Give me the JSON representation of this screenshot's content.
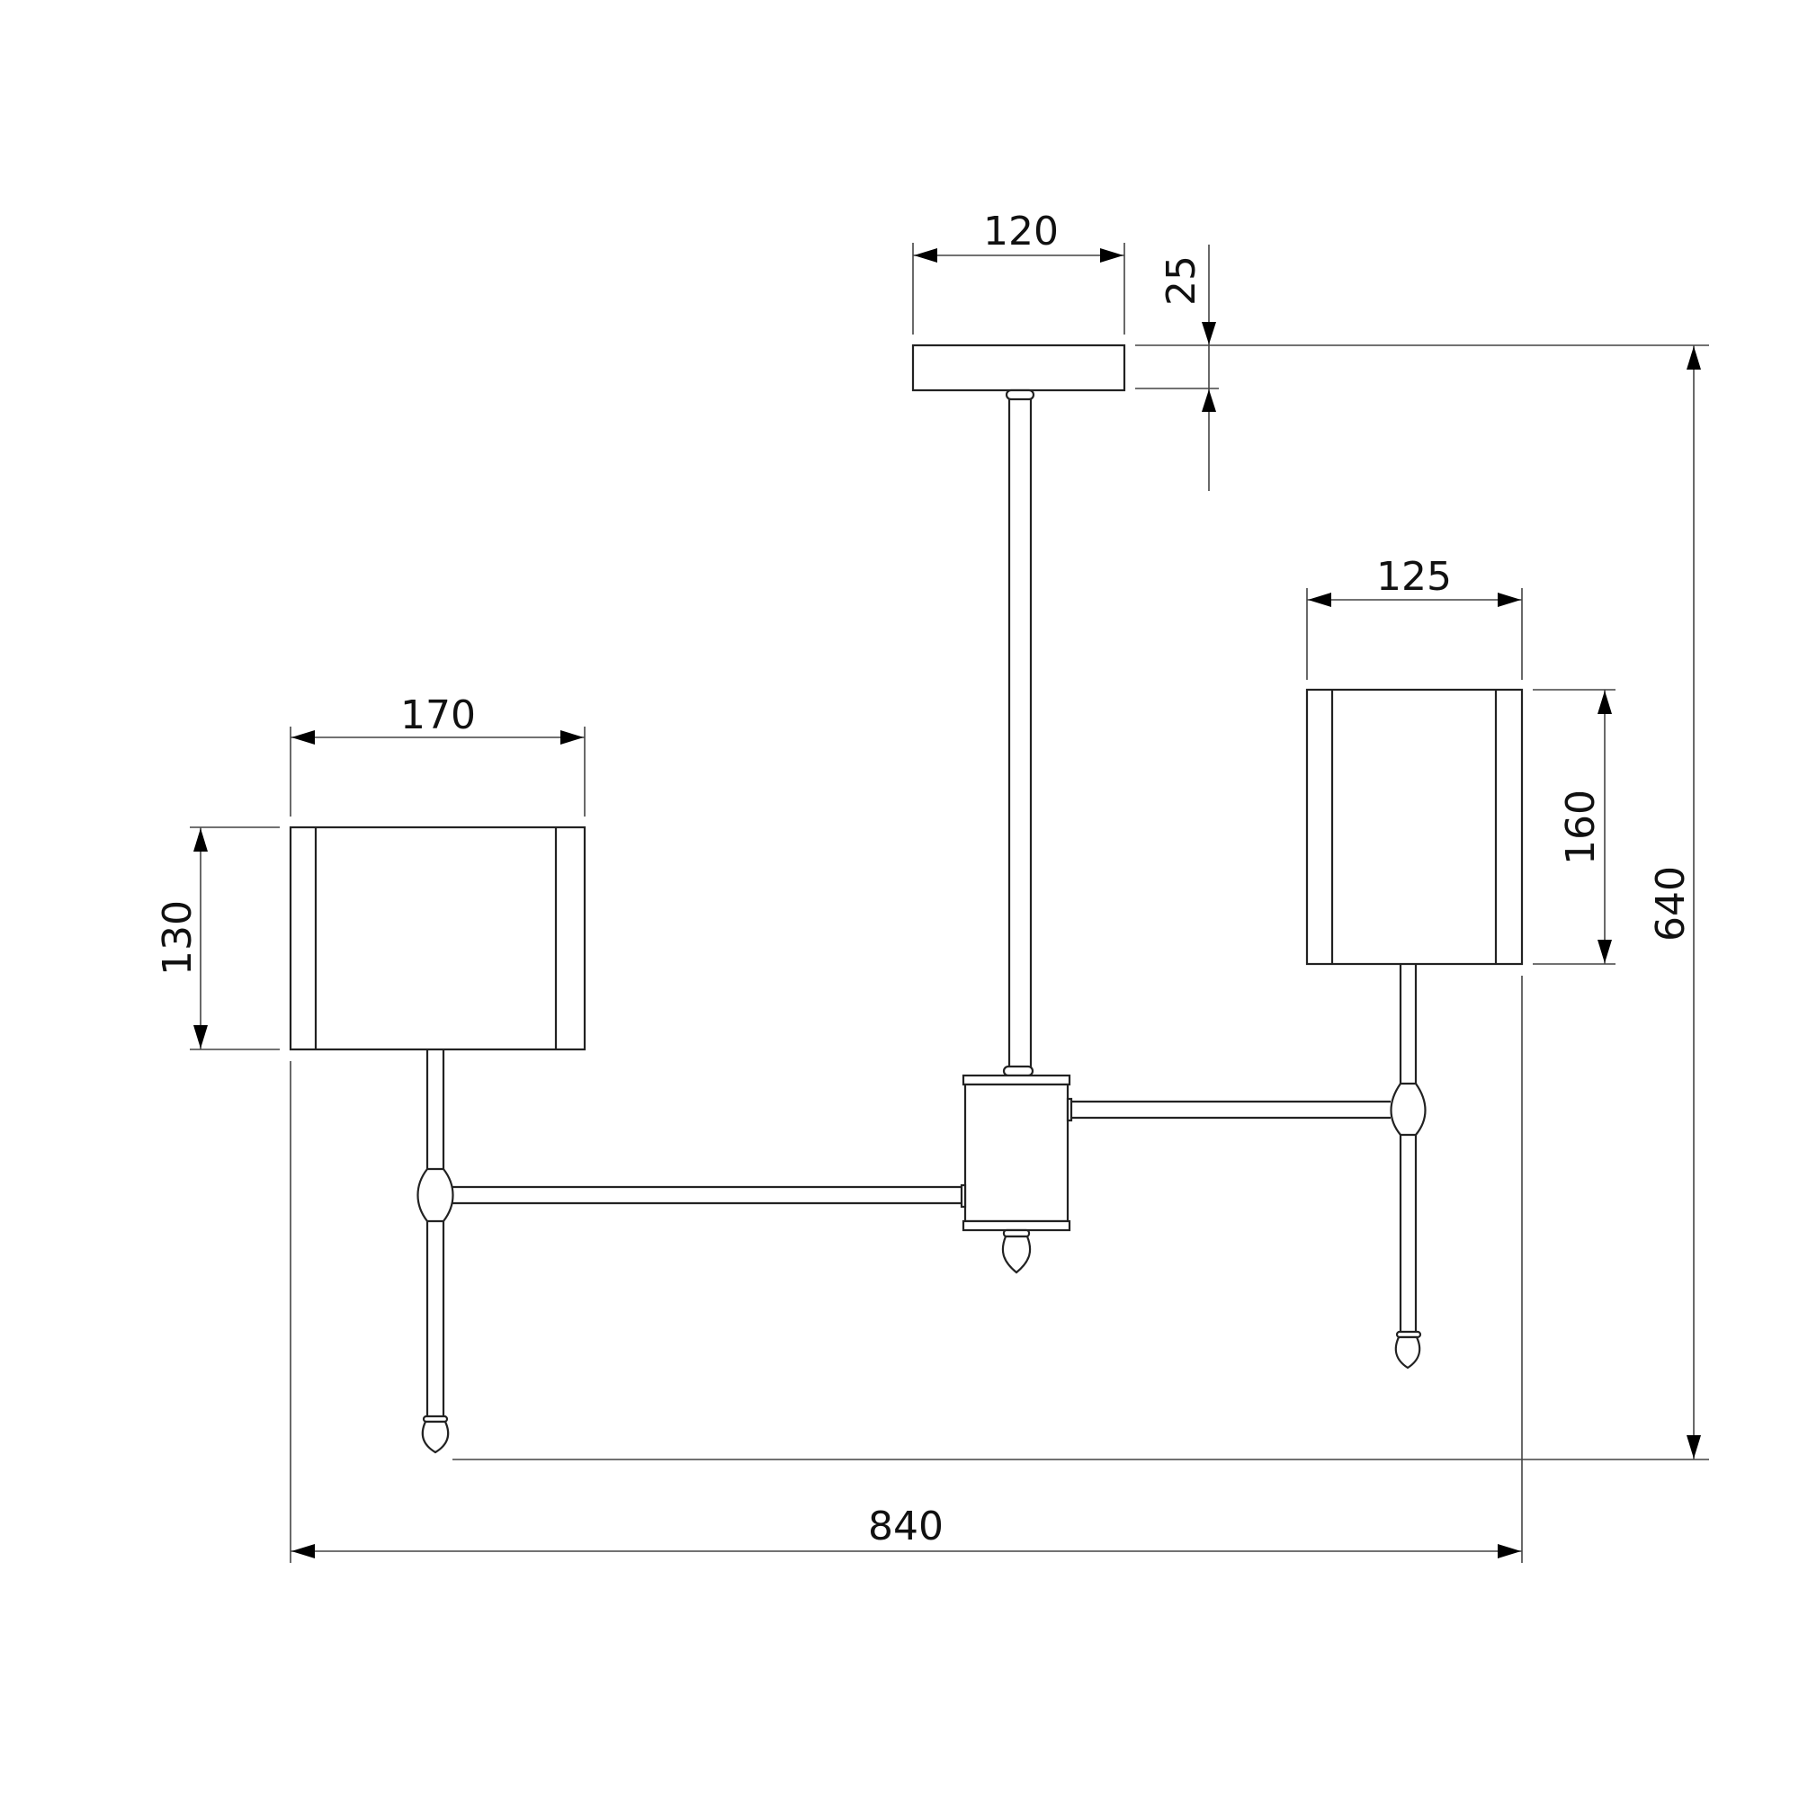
{
  "drawing": {
    "subject": "Ceiling lamp with three shades — dimensional drawing",
    "units": "mm",
    "line_color": "#222222",
    "background": "#ffffff"
  },
  "dimensions": {
    "canopy_width": "120",
    "canopy_height": "25",
    "left_shade_width": "170",
    "left_shade_height": "130",
    "right_shade_width": "125",
    "right_shade_height": "160",
    "overall_height": "640",
    "overall_width": "840"
  },
  "parts": [
    {
      "name": "ceiling-canopy"
    },
    {
      "name": "drop-rod"
    },
    {
      "name": "center-hub"
    },
    {
      "name": "left-arm"
    },
    {
      "name": "right-arm"
    },
    {
      "name": "left-shade"
    },
    {
      "name": "right-shade"
    },
    {
      "name": "left-bulb"
    },
    {
      "name": "center-bulb"
    },
    {
      "name": "right-bulb"
    }
  ]
}
